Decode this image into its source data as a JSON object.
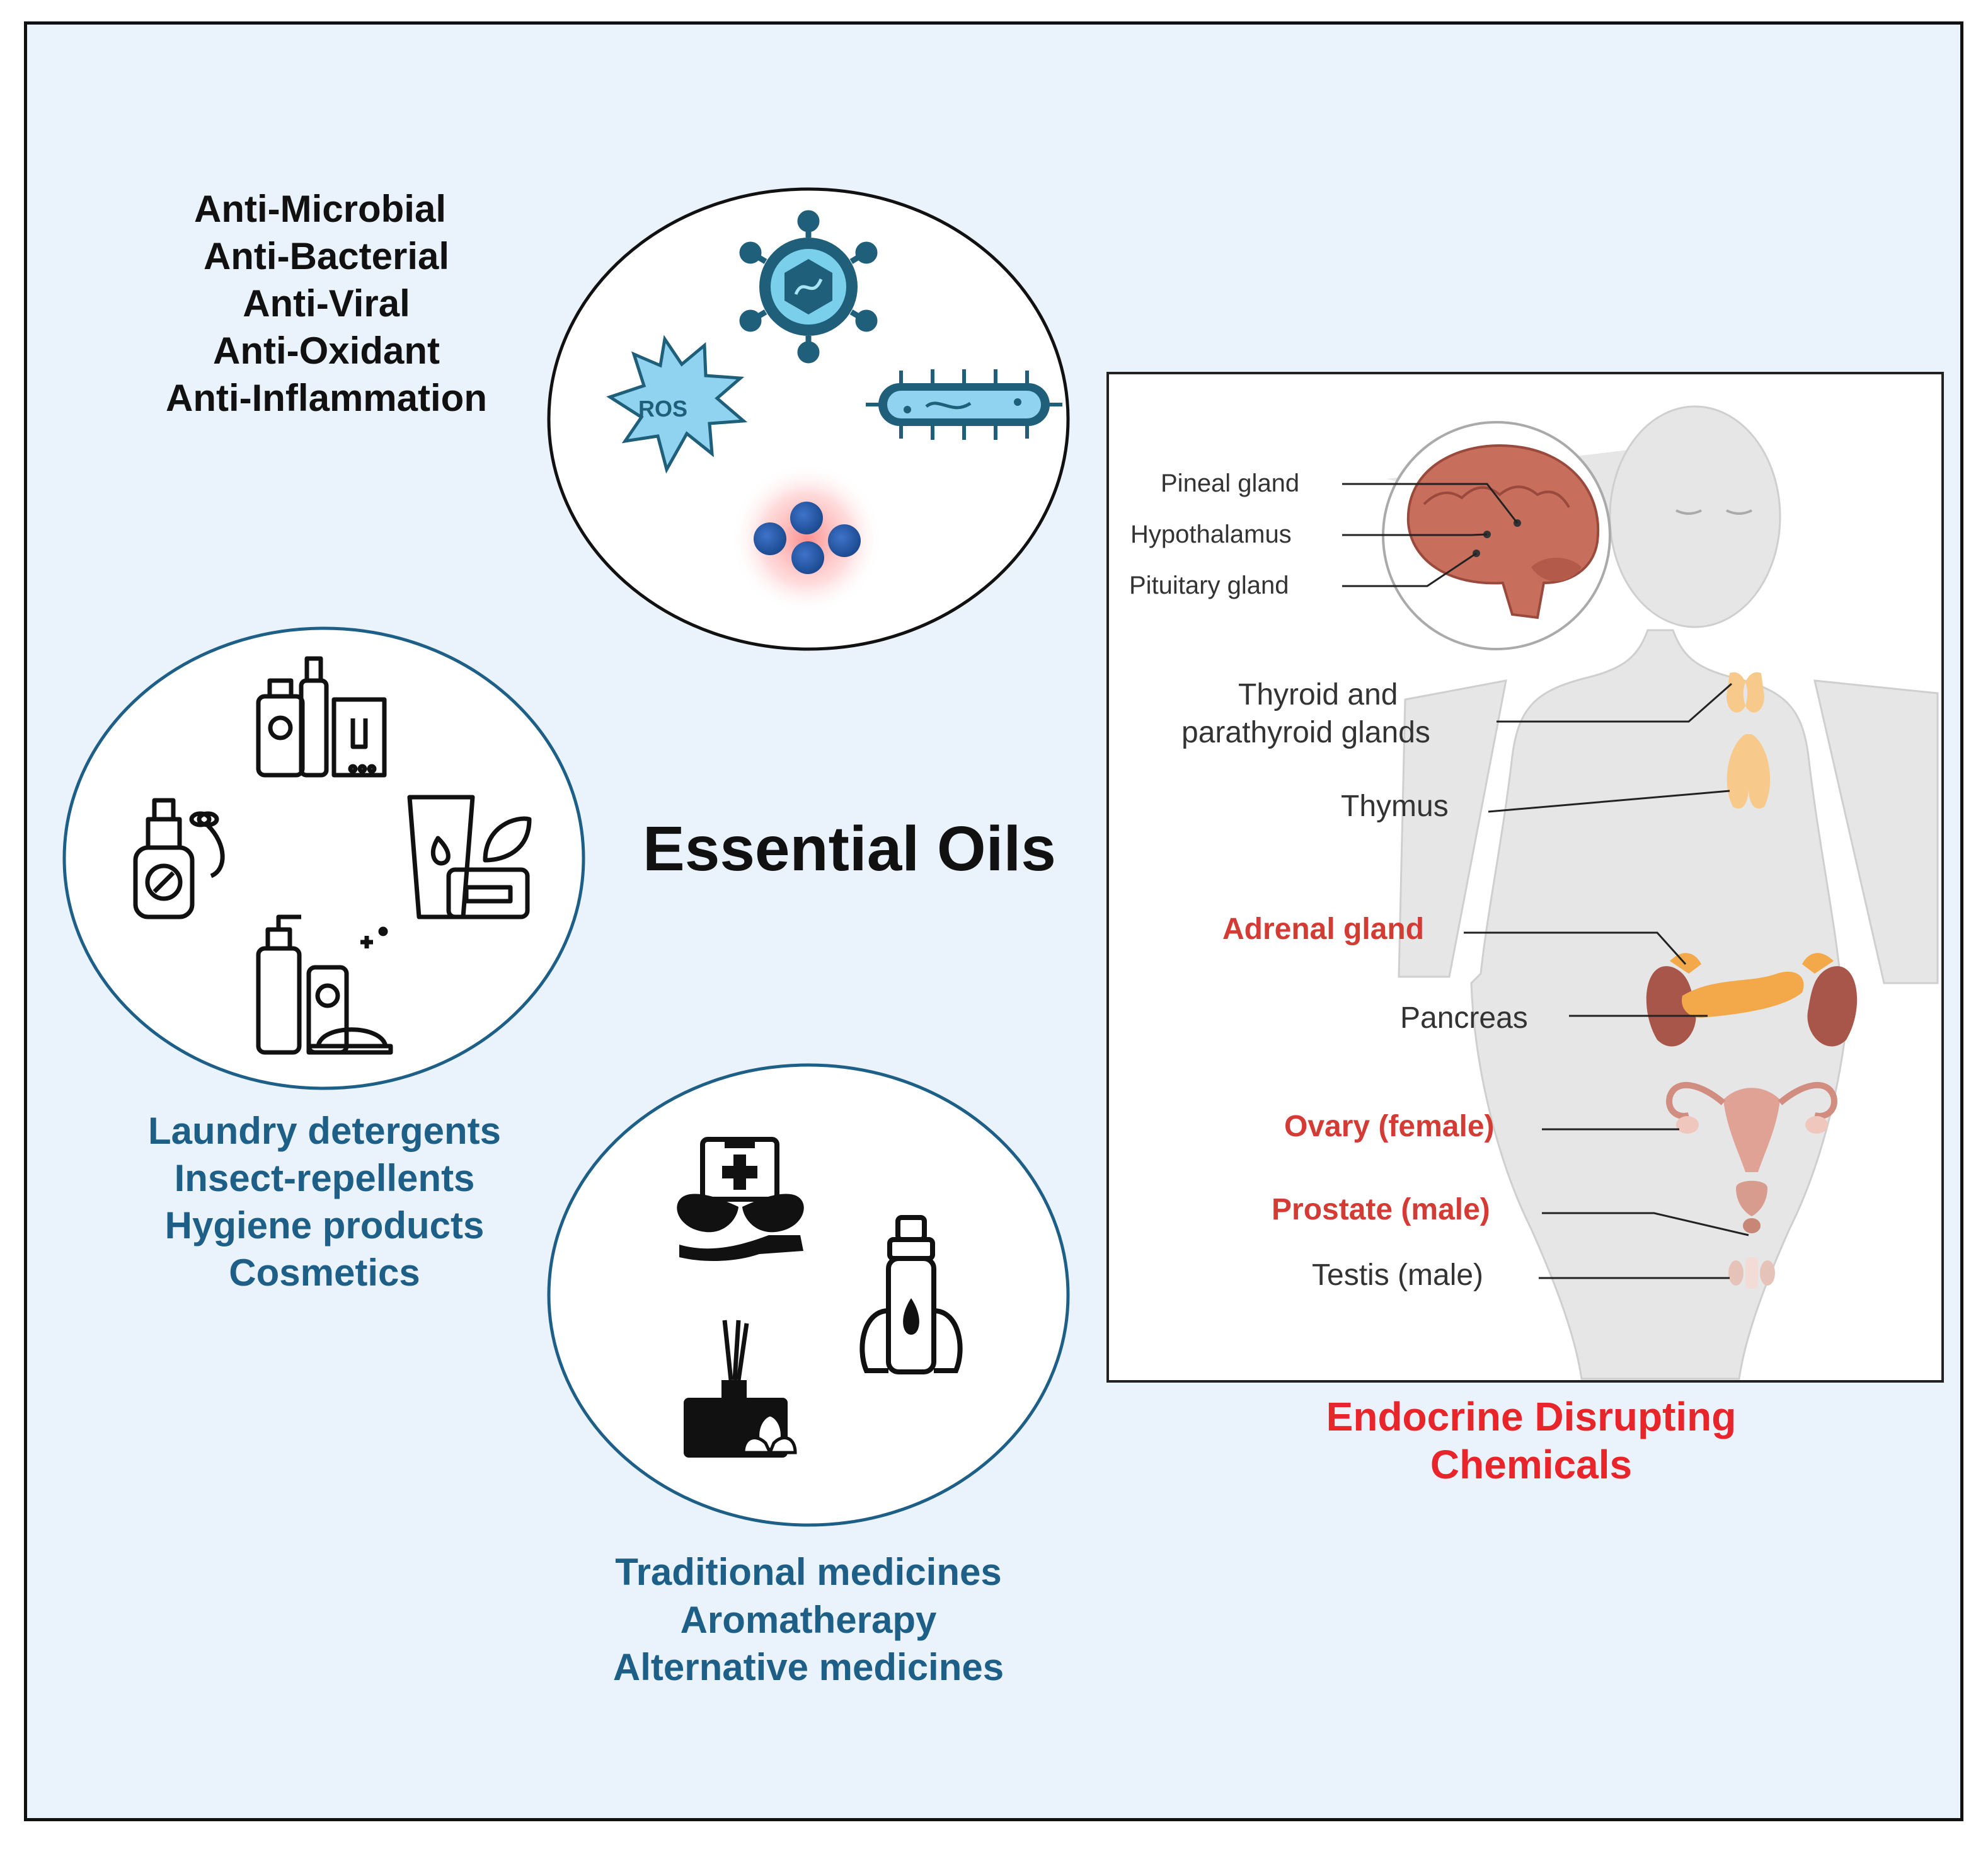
{
  "title": "Essential Oils",
  "properties": [
    "Anti-Microbial",
    "Anti-Bacterial",
    "Anti-Viral",
    "Anti-Oxidant",
    "Anti-Inflammation"
  ],
  "ros_label": "ROS",
  "consumer_uses": [
    "Laundry detergents",
    "Insect-repellents",
    "Hygiene products",
    "Cosmetics"
  ],
  "medicinal_uses": [
    "Traditional medicines",
    "Aromatherapy",
    "Alternative medicines"
  ],
  "brain_labels": {
    "pineal": "Pineal gland",
    "hypothalamus": "Hypothalamus",
    "pituitary": "Pituitary gland"
  },
  "body_labels": {
    "thyroid_1": "Thyroid and",
    "thyroid_2": "parathyroid glands",
    "thymus": "Thymus",
    "adrenal": "Adrenal gland",
    "pancreas": "Pancreas",
    "ovary": "Ovary (female)",
    "prostate": "Prostate (male)",
    "testis": "Testis (male)"
  },
  "endocrine_title": "Endocrine Disrupting Chemicals",
  "colors": {
    "background": "#eaf3fc",
    "blue_text": "#1e5f88",
    "highlight_red": "#d33b34",
    "edc_red": "#e8252a",
    "icon_teal": "#1f5f7a"
  }
}
